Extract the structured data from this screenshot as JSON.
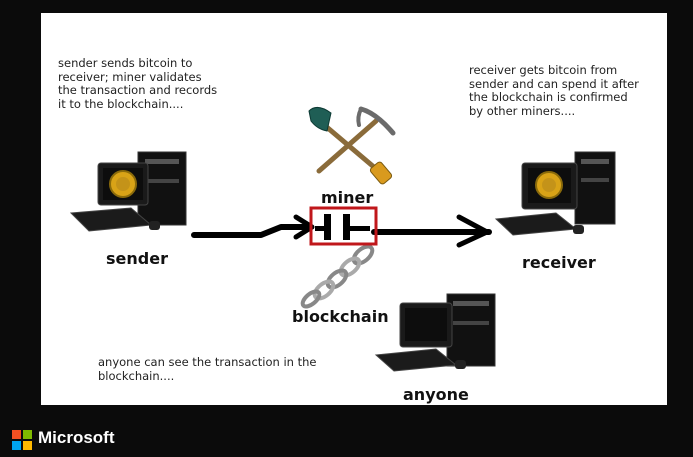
{
  "notes": {
    "sender_note": "sender sends bitcoin to\nreceiver; miner validates\nthe transaction and records\nit to the blockchain....",
    "receiver_note": "receiver gets bitcoin from\nsender and can spend it after\nthe blockchain is confirmed\nby other miners....",
    "anyone_note": "anyone can see the transaction in the\nblockchain...."
  },
  "labels": {
    "sender": "sender",
    "miner": "miner",
    "receiver": "receiver",
    "blockchain": "blockchain",
    "anyone": "anyone"
  },
  "footer": {
    "brand": "Microsoft",
    "logo_colors": [
      "#f25022",
      "#7fba00",
      "#00a4ef",
      "#ffb900"
    ]
  },
  "colors": {
    "highlight_box": "#c0171b",
    "coin": "#d9a317"
  }
}
